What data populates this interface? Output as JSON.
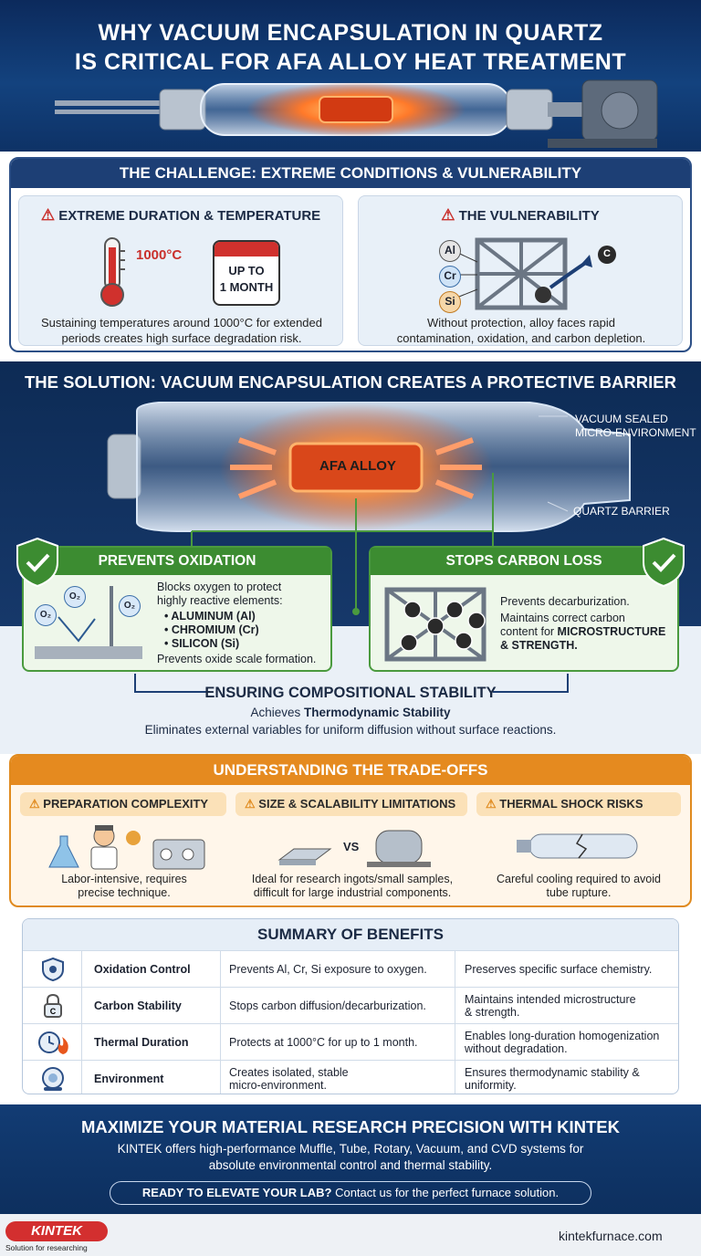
{
  "header": {
    "title_line1": "WHY VACUUM ENCAPSULATION IN QUARTZ",
    "title_line2": "IS CRITICAL FOR AFA ALLOY HEAT TREATMENT"
  },
  "challenge": {
    "title": "THE CHALLENGE: EXTREME CONDITIONS & VULNERABILITY",
    "left": {
      "title": "EXTREME DURATION & TEMPERATURE",
      "temp_label": "1000°C",
      "calendar_line1": "UP TO",
      "calendar_line2": "1 MONTH",
      "text_line1": "Sustaining temperatures around 1000°C for extended",
      "text_line2": "periods creates high surface degradation risk."
    },
    "right": {
      "title": "THE VULNERABILITY",
      "elements": [
        "Al",
        "Cr",
        "Si"
      ],
      "carbon": "C",
      "text_line1": "Without protection, alloy faces rapid",
      "text_line2": "contamination, oxidation, and carbon depletion."
    }
  },
  "solution": {
    "title": "THE SOLUTION: VACUUM ENCAPSULATION CREATES A PROTECTIVE BARRIER",
    "alloy_label": "AFA ALLOY",
    "callout_vacuum_line1": "VACUUM SEALED",
    "callout_vacuum_line2": "MICRO-ENVIRONMENT",
    "callout_quartz": "QUARTZ BARRIER",
    "oxidation": {
      "title": "PREVENTS OXIDATION",
      "o2": "O₂",
      "line1": "Blocks oxygen to protect",
      "line2": "highly reactive elements:",
      "bullets": [
        "ALUMINUM (Al)",
        "CHROMIUM (Cr)",
        "SILICON (Si)"
      ],
      "footer": "Prevents oxide scale formation."
    },
    "carbon": {
      "title": "STOPS CARBON LOSS",
      "line1": "Prevents decarburization.",
      "line2": "Maintains correct carbon",
      "line3_prefix": "content for ",
      "line3_bold": "MICROSTRUCTURE",
      "line4": "& STRENGTH."
    },
    "stability": {
      "title": "ENSURING COMPOSITIONAL STABILITY",
      "line1_prefix": "Achieves ",
      "line1_bold": "Thermodynamic Stability",
      "line2": "Eliminates external variables for uniform diffusion without surface reactions."
    }
  },
  "tradeoffs": {
    "title": "UNDERSTANDING THE TRADE-OFFS",
    "items": [
      {
        "title": "PREPARATION COMPLEXITY",
        "line1": "Labor-intensive, requires",
        "line2": "precise technique."
      },
      {
        "title": "SIZE & SCALABILITY LIMITATIONS",
        "vs": "VS",
        "line1": "Ideal for research ingots/small samples,",
        "line2": "difficult for large industrial components."
      },
      {
        "title": "THERMAL SHOCK RISKS",
        "line1": "Careful cooling required to avoid",
        "line2": "tube rupture."
      }
    ]
  },
  "summary": {
    "title": "SUMMARY OF BENEFITS",
    "rows": [
      {
        "icon": "shield-icon",
        "name": "Oxidation Control",
        "what1": "Prevents Al, Cr, Si exposure to oxygen.",
        "what2": "",
        "benefit1": "Preserves specific surface chemistry.",
        "benefit2": ""
      },
      {
        "icon": "lock-icon",
        "name": "Carbon Stability",
        "what1": "Stops carbon diffusion/decarburization.",
        "what2": "",
        "benefit1": "Maintains intended microstructure",
        "benefit2": "& strength."
      },
      {
        "icon": "clock-flame-icon",
        "name": "Thermal Duration",
        "what1": "Protects at 1000°C for up to 1 month.",
        "what2": "",
        "benefit1": "Enables long-duration homogenization",
        "benefit2": "without degradation."
      },
      {
        "icon": "environment-icon",
        "name": "Environment",
        "what1": "Creates isolated, stable",
        "what2": "micro-environment.",
        "benefit1": "Ensures thermodynamic stability &",
        "benefit2": "uniformity."
      }
    ]
  },
  "footer": {
    "title": "MAXIMIZE YOUR MATERIAL RESEARCH PRECISION WITH KINTEK",
    "line1": "KINTEK offers high-performance Muffle, Tube, Rotary, Vacuum, and CVD systems for",
    "line2": "absolute environmental control and thermal stability.",
    "cta_bold": "READY TO ELEVATE YOUR LAB?",
    "cta_rest": " Contact us for the perfect furnace solution.",
    "brand": "KINTEK",
    "tagline": "Solution for researching",
    "website": "kintekfurnace.com"
  },
  "colors": {
    "navy": "#13427e",
    "green": "#3c8c31",
    "orange": "#e58a1f",
    "red": "#c9302c"
  }
}
